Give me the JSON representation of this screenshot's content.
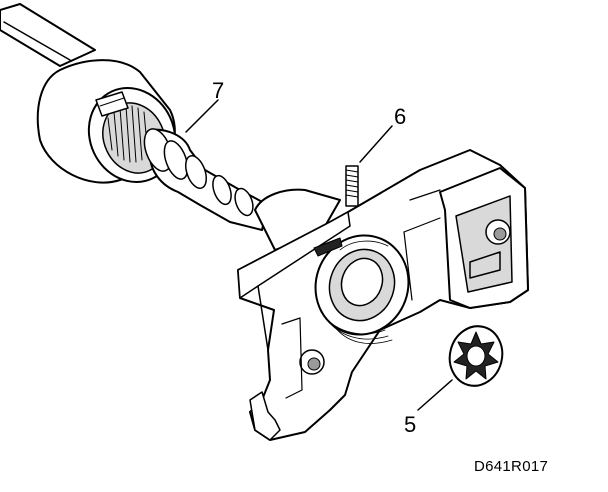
{
  "callouts": [
    {
      "id": "7",
      "label": "7"
    },
    {
      "id": "6",
      "label": "6"
    },
    {
      "id": "5",
      "label": "5"
    }
  ],
  "figure_code": "D641R017"
}
